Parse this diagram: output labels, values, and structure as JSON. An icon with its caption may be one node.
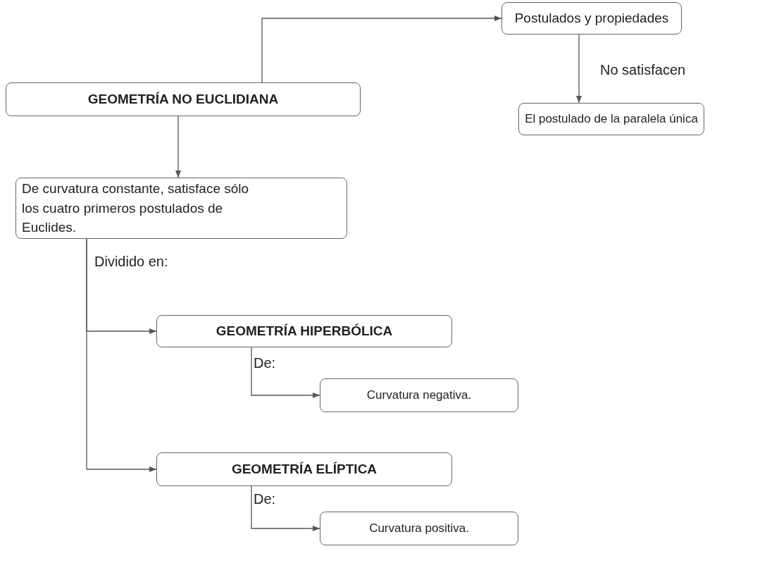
{
  "diagram": {
    "nodes": [
      {
        "text": [
          "GEOMETRÍA NO EUCLIDIANA"
        ]
      },
      {
        "text": [
          "Postulados y propiedades"
        ]
      },
      {
        "text": [
          "El postulado de la paralela única"
        ]
      },
      {
        "text": [
          "De curvatura constante, satisface sólo los cuatro primeros postulados de Euclides."
        ]
      },
      {
        "text": [
          "GEOMETRÍA HIPERBÓLICA"
        ]
      },
      {
        "text": [
          "Curvatura negativa."
        ]
      },
      {
        "text": [
          "GEOMETRÍA ELÍPTICA"
        ]
      },
      {
        "text": [
          "Curvatura positiva."
        ]
      }
    ],
    "edges": [
      {
        "from": 0,
        "to": 1,
        "arrow": "to"
      },
      {
        "from": 1,
        "to": 2,
        "arrow": "to",
        "label": "No satisfacen"
      },
      {
        "from": 0,
        "to": 3,
        "arrow": "to"
      },
      {
        "from": 3,
        "to": 4,
        "arrow": "to",
        "label": "Dividido en:"
      },
      {
        "from": 3,
        "to": 6,
        "arrow": "to"
      },
      {
        "from": 4,
        "to": 5,
        "arrow": "to",
        "label": "De:"
      },
      {
        "from": 6,
        "to": 7,
        "arrow": "to",
        "label": "De:"
      }
    ]
  }
}
